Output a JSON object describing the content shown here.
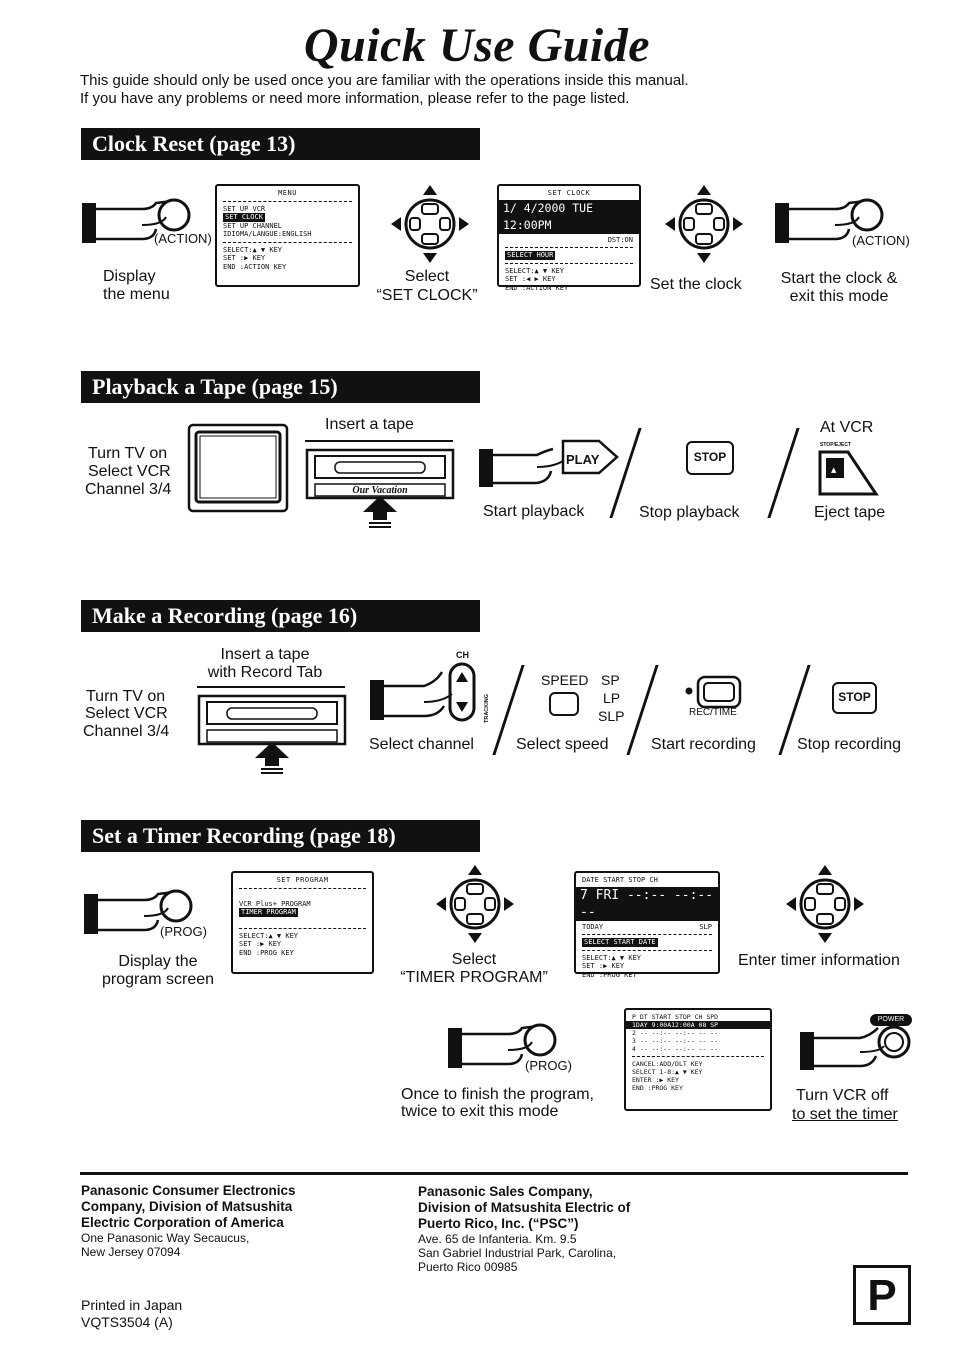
{
  "header": {
    "title": "Quick Use Guide",
    "intro_line1": "This guide should only be used once you are familiar with the operations inside this manual.",
    "intro_line2": "If you have any problems or need more information, please refer to the page listed."
  },
  "clock_reset": {
    "heading": "Clock Reset (page 13)",
    "action_label": "(ACTION)",
    "step1_line1": "Display",
    "step1_line2": "the menu",
    "menu_screen": {
      "header": "MENU",
      "items": [
        "SET UP VCR",
        "SET CLOCK",
        "SET UP CHANNEL",
        "IDIOMA/LANGUE:ENGLISH"
      ],
      "selected": "SET CLOCK",
      "select": "SELECT:▲ ▼ KEY",
      "set": "SET    :▶ KEY",
      "end": "END    :ACTION KEY"
    },
    "step2_line1": "Select",
    "step2_line2": "“SET CLOCK”",
    "clock_screen": {
      "header": "SET CLOCK",
      "date_time": "1/ 4/2000 TUE 12:00PM",
      "dst": "DST:ON",
      "bar": "SELECT HOUR",
      "select": "SELECT:▲ ▼ KEY",
      "set": "SET    :◀ ▶ KEY",
      "end": "END    :ACTION KEY"
    },
    "step3": "Set the clock",
    "step4_line1": "Start the clock &",
    "step4_line2": "exit this mode"
  },
  "playback": {
    "heading": "Playback a Tape (page 15)",
    "tv_line1": "Turn TV on",
    "tv_line2": "Select VCR",
    "tv_line3": "Channel 3/4",
    "insert": "Insert a tape",
    "tape_label": "Our Vacation",
    "play_key": "PLAY",
    "start": "Start playback",
    "stop_key": "STOP",
    "stop": "Stop playback",
    "at_vcr": "At VCR",
    "eject_key": "STOP/EJECT",
    "eject": "Eject tape"
  },
  "recording": {
    "heading": "Make a Recording (page 16)",
    "insert_line1": "Insert a tape",
    "insert_line2": "with Record Tab",
    "tv_line1": "Turn TV on",
    "tv_line2": "Select VCR",
    "tv_line3": "Channel 3/4",
    "ch_label": "CH",
    "tracking_label": "TRACKING",
    "select_channel": "Select channel",
    "speed_label": "SPEED",
    "speeds": [
      "SP",
      "LP",
      "SLP"
    ],
    "select_speed": "Select speed",
    "rec_label": "REC/TIME",
    "start_recording": "Start recording",
    "stop_key": "STOP",
    "stop_recording": "Stop recording"
  },
  "timer": {
    "heading": "Set a Timer Recording (page 18)",
    "prog_label": "(PROG)",
    "display_line1": "Display the",
    "display_line2": "program screen",
    "program_screen": {
      "header": "SET PROGRAM",
      "items": [
        "VCR Plus+ PROGRAM",
        "TIMER PROGRAM"
      ],
      "selected": "TIMER PROGRAM",
      "select": "SELECT:▲ ▼ KEY",
      "set": "SET    :▶ KEY",
      "end": "END    :PROG KEY"
    },
    "select_line1": "Select",
    "select_line2": "“TIMER PROGRAM”",
    "date_screen": {
      "cols": "DATE   START   STOP   CH",
      "bar": "7 FRI  --:--  --:--  --",
      "today": "TODAY",
      "slp": "SLP",
      "bar2": "SELECT START DATE",
      "select": "SELECT:▲ ▼ KEY",
      "set": "SET    :▶ KEY",
      "end": "END    :PROG KEY"
    },
    "enter_info": "Enter timer information",
    "list_screen": {
      "cols": "P DT START  STOP  CH SPD",
      "rows": [
        "1DAY  9:00A12:00A  08  SP",
        "2 -- --:-- --:--  --  --",
        "3 -- --:-- --:--  --  --",
        "4 -- --:-- --:--  --  --"
      ],
      "cancel": "CANCEL:ADD/DLT KEY",
      "select": "SELECT 1-8:▲ ▼ KEY",
      "enter": "ENTER :▶ KEY",
      "end": "END   :PROG KEY"
    },
    "finish_line1": "Once to finish the program,",
    "finish_line2": "twice to exit this mode",
    "power_label": "POWER",
    "off_line1": "Turn VCR off",
    "off_line2": "to set the timer"
  },
  "footer": {
    "left_b1": "Panasonic Consumer Electronics",
    "left_b2": "Company, Division of Matsushita",
    "left_b3": "Electric Corporation of America",
    "left_n1": "One Panasonic Way Secaucus,",
    "left_n2": "New Jersey 07094",
    "right_b1": "Panasonic Sales Company,",
    "right_b2": "Division of Matsushita Electric of",
    "right_b3": "Puerto Rico, Inc. (“PSC”)",
    "right_n1": "Ave. 65 de Infanteria. Km. 9.5",
    "right_n2": "San Gabriel Industrial Park, Carolina,",
    "right_n3": "Puerto Rico 00985",
    "printed": "Printed in Japan",
    "code": "VQTS3504  (A)",
    "lang_mark": "P"
  }
}
